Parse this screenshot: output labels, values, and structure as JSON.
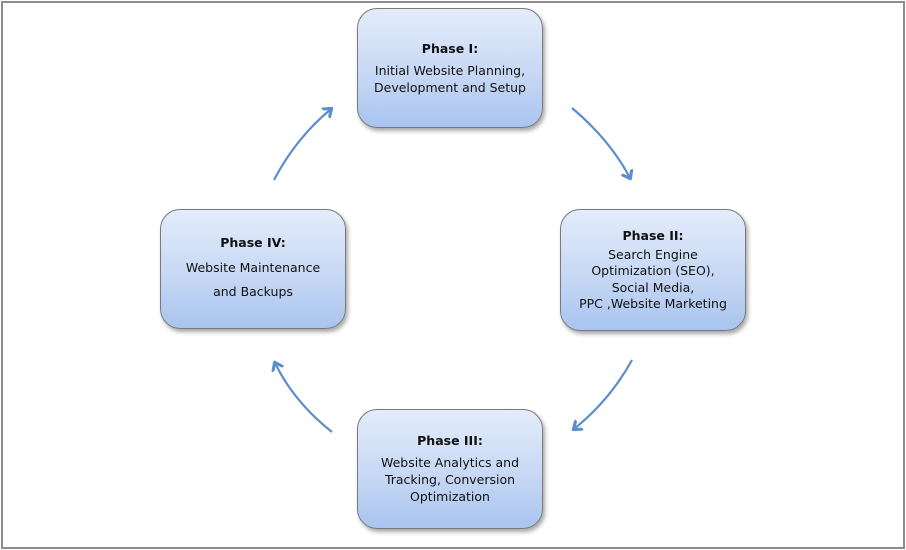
{
  "diagram": {
    "type": "cycle",
    "arrow_color": "#5b8fcc",
    "phases": [
      {
        "title": "Phase I:",
        "description": "Initial Website Planning,\nDevelopment and Setup"
      },
      {
        "title": "Phase II:",
        "description": "Search Engine\nOptimization (SEO),\nSocial Media,\nPPC ,Website Marketing"
      },
      {
        "title": "Phase III:",
        "description": "Website Analytics and\nTracking, Conversion\nOptimization"
      },
      {
        "title": "Phase IV:",
        "description": "Website Maintenance\nand Backups"
      }
    ],
    "flow": [
      "Phase I",
      "Phase II",
      "Phase III",
      "Phase IV",
      "Phase I"
    ]
  }
}
